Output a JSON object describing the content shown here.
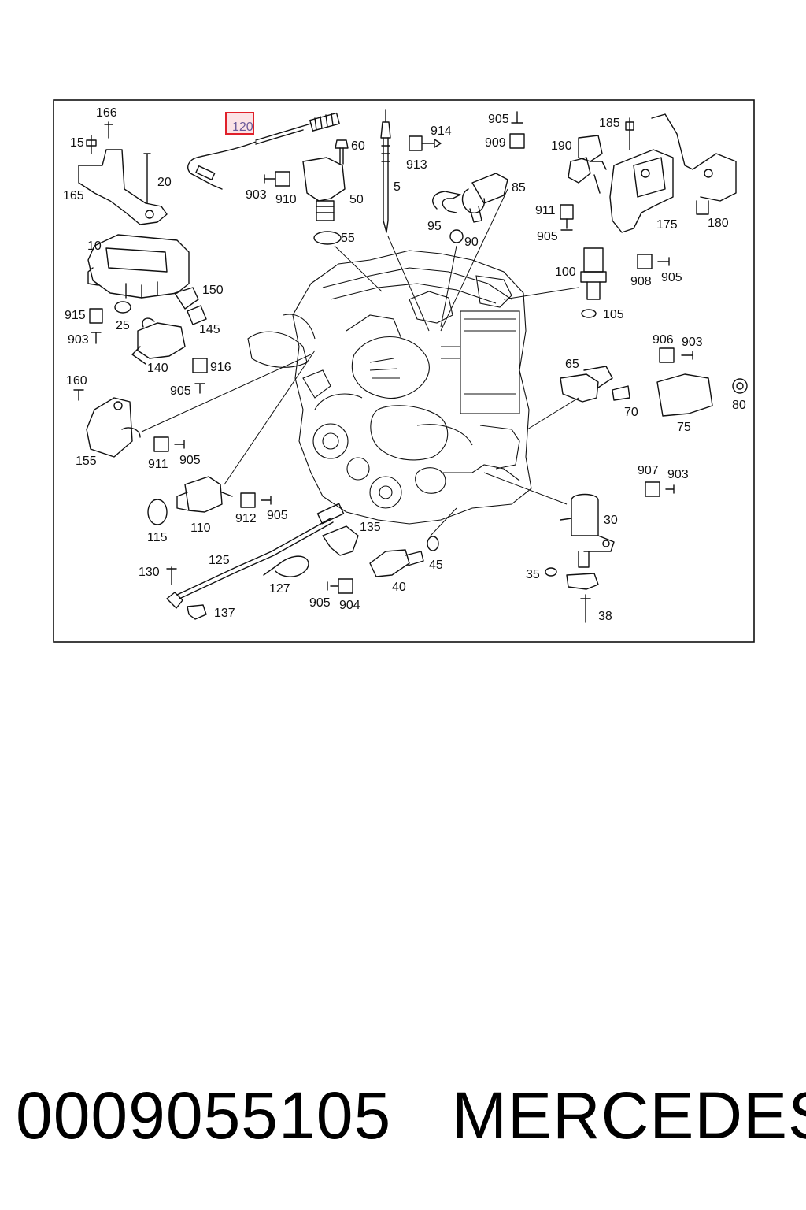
{
  "diagram": {
    "highlighted_part": "120",
    "callouts": {
      "c166": "166",
      "c15": "15",
      "c165": "165",
      "c20": "20",
      "c120": "120",
      "c60": "60",
      "c903a": "903",
      "c910": "910",
      "c50": "50",
      "c55": "55",
      "c5": "5",
      "c914": "914",
      "c913": "913",
      "c905a": "905",
      "c909": "909",
      "c85": "85",
      "c95": "95",
      "c90": "90",
      "c185": "185",
      "c190": "190",
      "c911a": "911",
      "c905b": "905",
      "c175": "175",
      "c180": "180",
      "c10": "10",
      "c915": "915",
      "c903b": "903",
      "c25": "25",
      "c150": "150",
      "c145": "145",
      "c140": "140",
      "c916": "916",
      "c905c": "905",
      "c100": "100",
      "c908": "908",
      "c905d": "905",
      "c105": "105",
      "c906": "906",
      "c903c": "903",
      "c65": "65",
      "c70": "70",
      "c75": "75",
      "c80": "80",
      "c160": "160",
      "c155": "155",
      "c911b": "911",
      "c905e": "905",
      "c110": "110",
      "c115": "115",
      "c912": "912",
      "c905f": "905",
      "c907": "907",
      "c903d": "903",
      "c30": "30",
      "c135": "135",
      "c125": "125",
      "c130": "130",
      "c127": "127",
      "c45": "45",
      "c40": "40",
      "c905g": "905",
      "c904": "904",
      "c35": "35",
      "c137": "137",
      "c38": "38"
    }
  },
  "caption": {
    "part_number": "0009055105",
    "brand": "MERCEDES"
  },
  "colors": {
    "highlight_box": "#e0202a",
    "highlight_fill": "#fbe3e6",
    "line": "#111111"
  }
}
